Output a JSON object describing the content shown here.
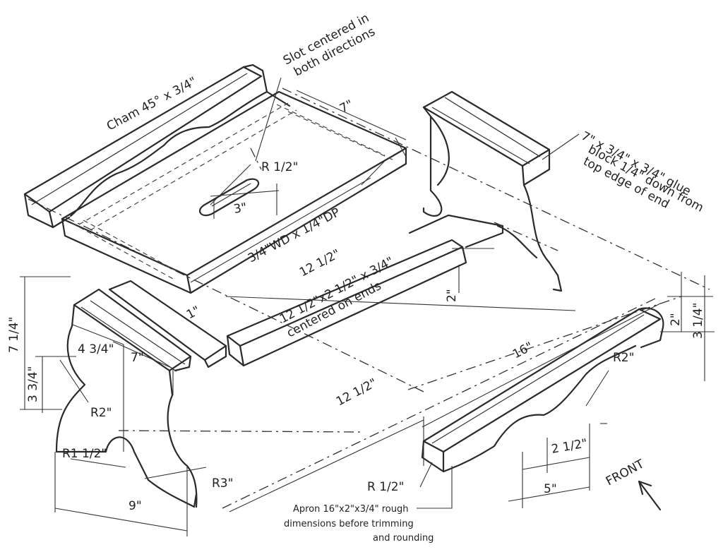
{
  "labels": {
    "chamfer": "Cham 45° x 3/4\"",
    "slot_note_1": "Slot centered in",
    "slot_note_2": "both directions",
    "top_width": "7\"",
    "slot_radius": "R 1/2\"",
    "slot_length": "3\"",
    "groove": "3/4\"WD x 1/4\"DP",
    "top_length": "12 1/2\"",
    "glue_1": "7\" x 3/4\" x 3/4\" glue",
    "glue_2": "block 1/4\" down from",
    "glue_3": "top edge of end",
    "stretcher_1": "12 1/2\"x2 1/2\" x 3/4\"",
    "stretcher_2": "centered on ends",
    "end_gap": "2\"",
    "end_height": "7 1/4\"",
    "end_inner": "4 3/4\"",
    "end_width": "7\"",
    "end_notch": "3 3/4\"",
    "end_r2": "R2\"",
    "end_r1": "R1 1/2\"",
    "end_r3": "R3\"",
    "end_base": "9\"",
    "end_small": "1\"",
    "apron_len": "16\"",
    "apron_inner": "12 1/2\"",
    "apron_r2": "R2\"",
    "apron_h1": "2\"",
    "apron_h2": "3 1/4\"",
    "apron_cut": "2 1/2\"",
    "apron_span": "5\"",
    "apron_r": "R 1/2\"",
    "apron_note_1": "Apron 16\"x2\"x3/4\" rough",
    "apron_note_2": "dimensions before trimming",
    "apron_note_3": "and rounding",
    "front": "FRONT"
  }
}
